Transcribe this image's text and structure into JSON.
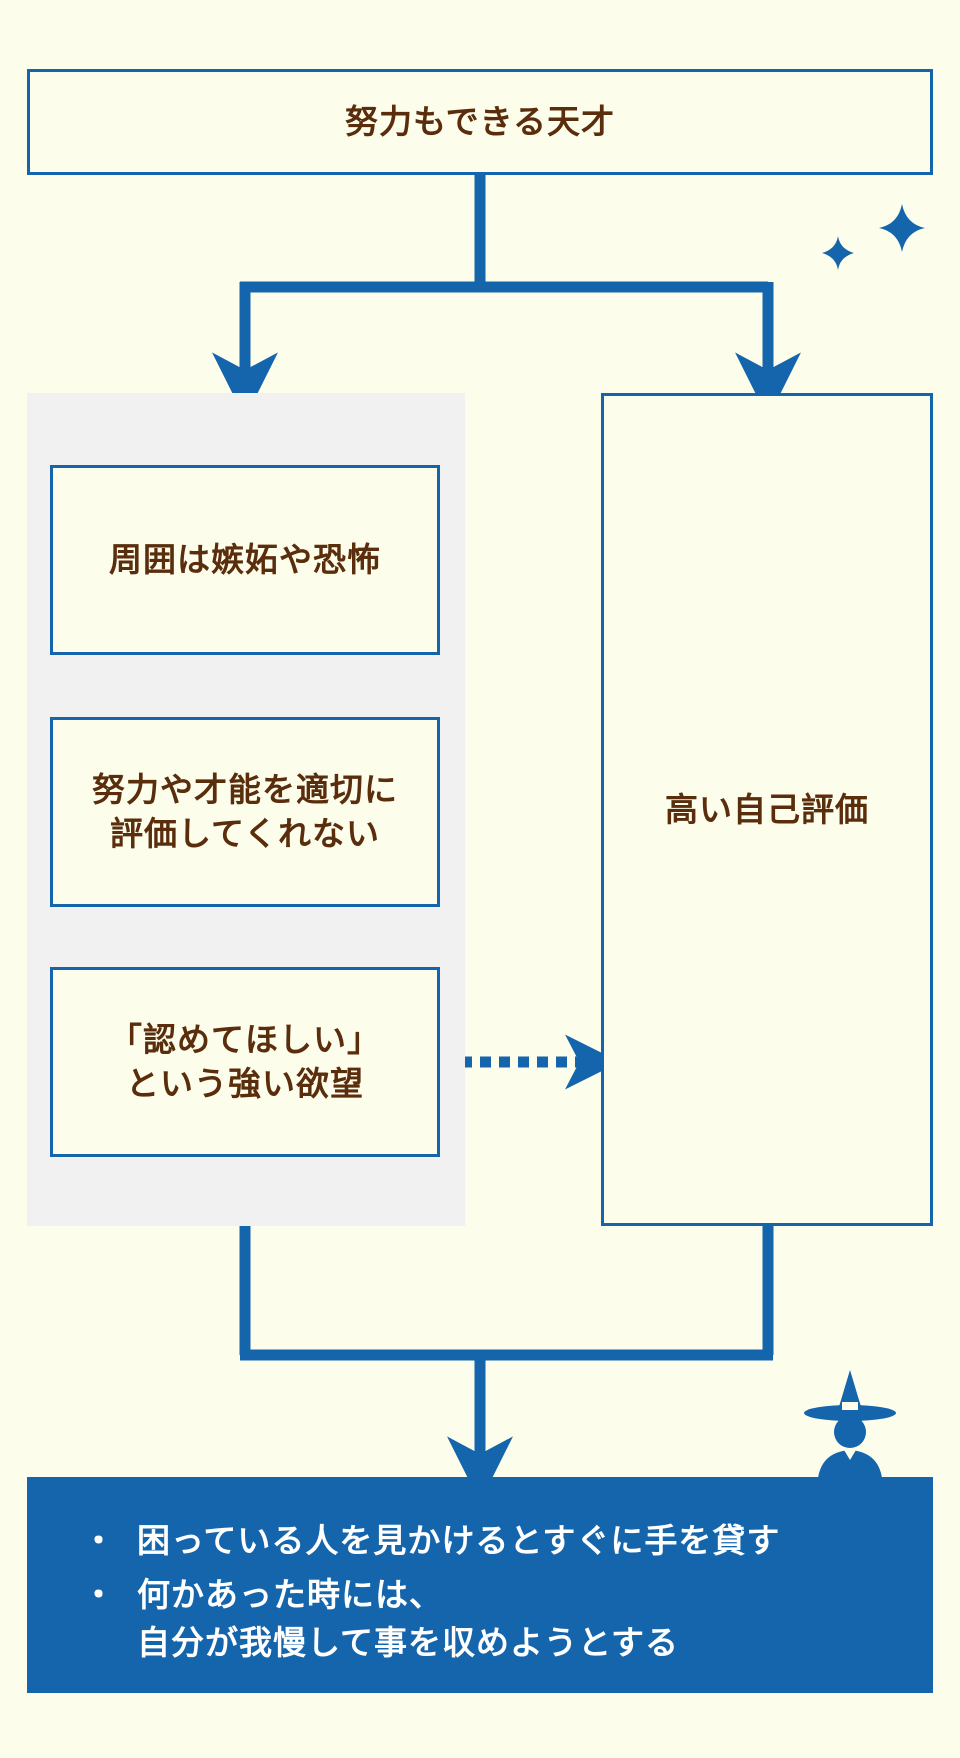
{
  "colors": {
    "background": "#fdfdec",
    "accent": "#1565ad",
    "text": "#5a2d0c",
    "panel": "#f1f1f1"
  },
  "top": {
    "label": "努力もできる天才"
  },
  "left_column": [
    {
      "lines": [
        "周囲は嫉妬や恐怖"
      ]
    },
    {
      "lines": [
        "努力や才能を適切に",
        "評価してくれない"
      ]
    },
    {
      "lines": [
        "「認めてほしい」",
        "という強い欲望"
      ]
    }
  ],
  "right": {
    "label": "高い自己評価"
  },
  "bottom": {
    "bullet_symbol": "・",
    "items": [
      {
        "lines": [
          "困っている人を見かけるとすぐに手を貸す"
        ]
      },
      {
        "lines": [
          "何かあった時には、",
          "自分が我慢して事を収めようとする"
        ]
      }
    ]
  },
  "icons": [
    "sparkle-icon",
    "witch-icon"
  ]
}
